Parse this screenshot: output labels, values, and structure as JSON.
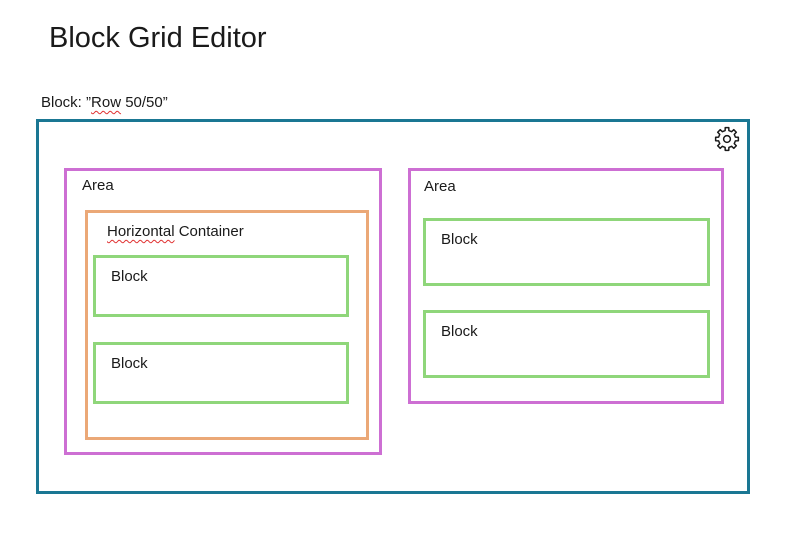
{
  "title": "Block Grid Editor",
  "block_caption": {
    "prefix": "Block: ”",
    "name_first_word": "Row",
    "name_rest": " 50/50”"
  },
  "colors": {
    "row_block": "#1a7793",
    "area": "#cd6fd3",
    "horizontal_container": "#eba877",
    "block": "#8fd67a",
    "spellcheck_underline": "#e03030"
  },
  "icons": {
    "settings": "gear-icon"
  },
  "areas": {
    "left": {
      "label": "Area",
      "container": {
        "label_first_word": "Horizontal",
        "label_rest": " Container",
        "blocks": [
          {
            "label": "Block"
          },
          {
            "label": "Block"
          }
        ]
      }
    },
    "right": {
      "label": "Area",
      "blocks": [
        {
          "label": "Block"
        },
        {
          "label": "Block"
        }
      ]
    }
  }
}
